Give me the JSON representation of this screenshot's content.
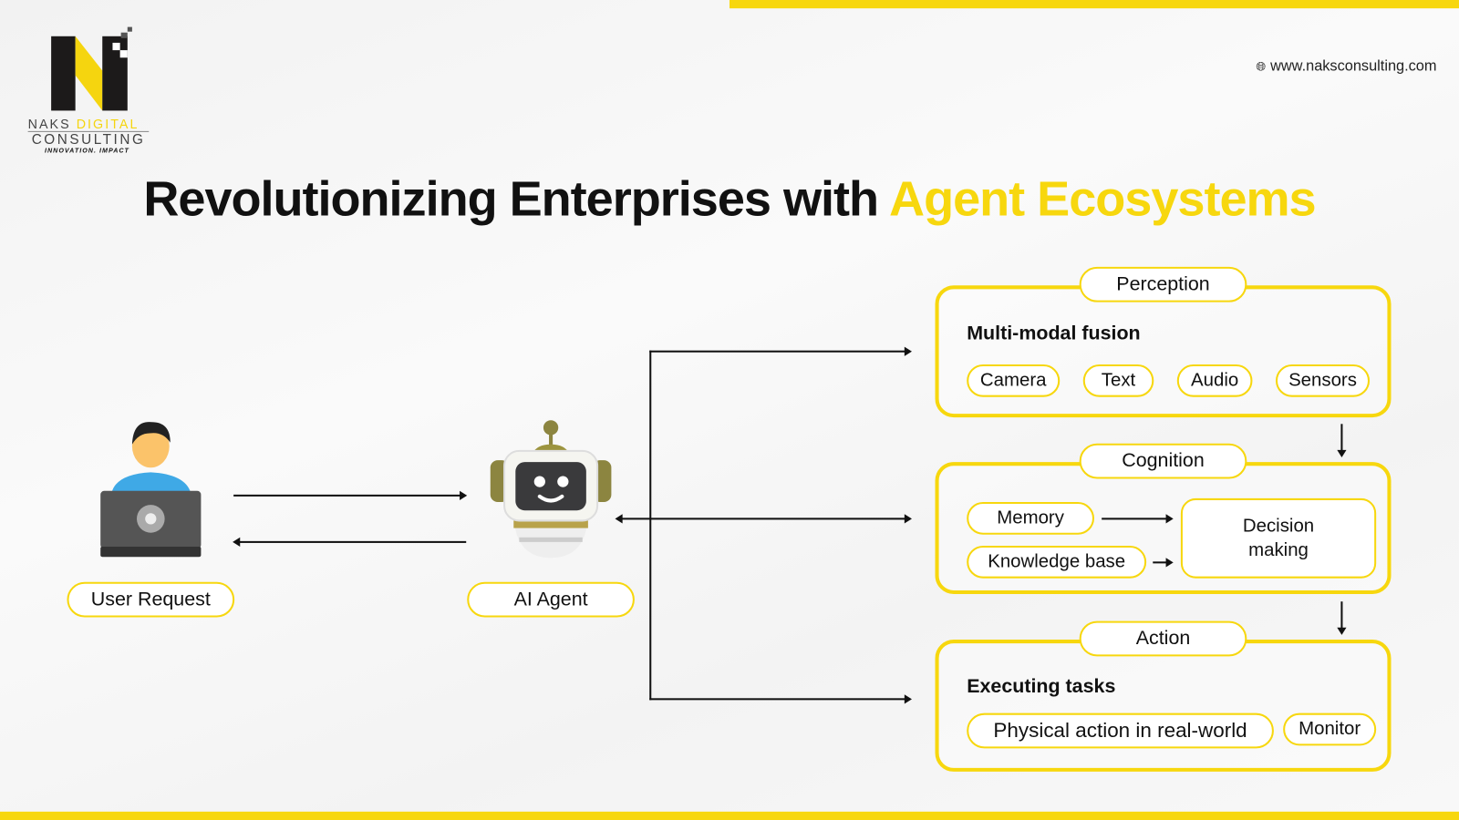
{
  "brand": {
    "logo_text_1": "NAKS",
    "logo_text_2": "DIGITAL",
    "logo_text_3": "CONSULTING",
    "tagline": "INNOVATION. IMPACT",
    "website": "www.naksconsulting.com"
  },
  "title": {
    "main": "Revolutionizing Enterprises with ",
    "highlight": "Agent Ecosystems"
  },
  "actors": {
    "user": "User Request",
    "agent": "AI Agent"
  },
  "perception": {
    "label": "Perception",
    "subtitle": "Multi-modal fusion",
    "items": [
      "Camera",
      "Text",
      "Audio",
      "Sensors"
    ]
  },
  "cognition": {
    "label": "Cognition",
    "items": [
      "Memory",
      "Knowledge base"
    ],
    "decision": "Decision making"
  },
  "action": {
    "label": "Action",
    "subtitle": "Executing tasks",
    "items": [
      "Physical action in real-world",
      "Monitor"
    ]
  },
  "colors": {
    "accent": "#f7d70e",
    "text": "#111111"
  }
}
